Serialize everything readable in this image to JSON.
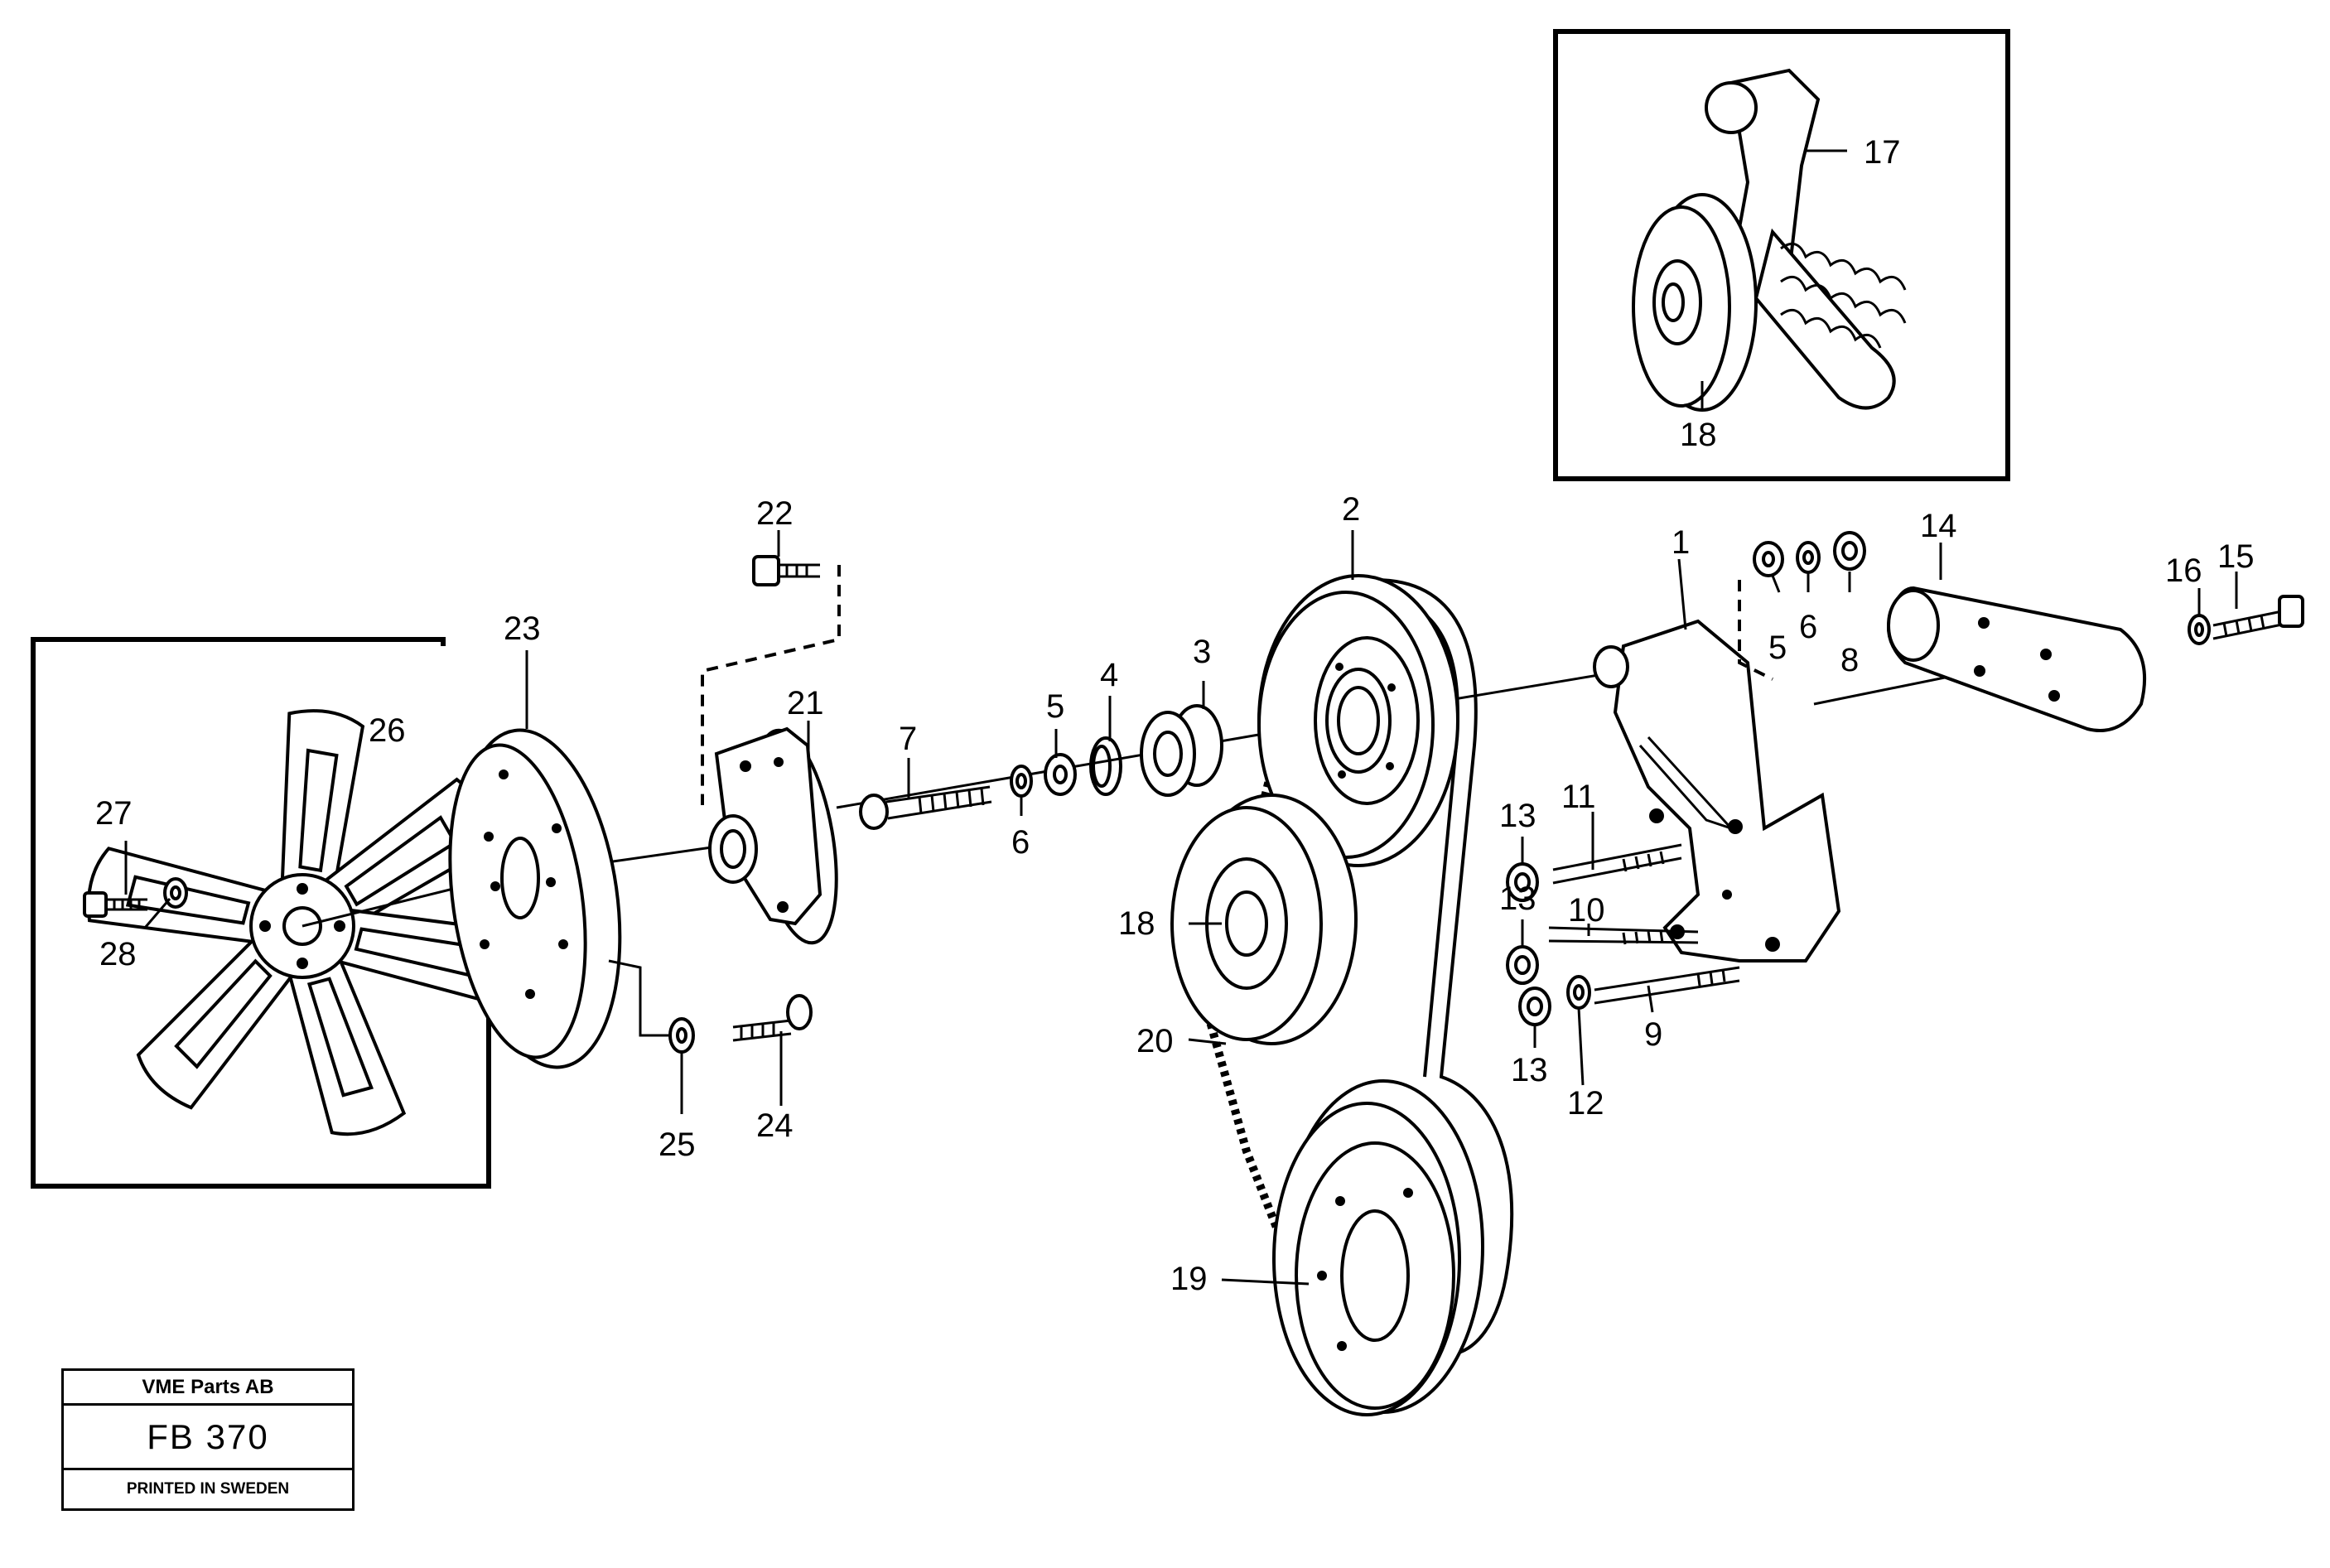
{
  "title_block": {
    "company": "VME Parts AB",
    "code": "FB 370",
    "printed": "PRINTED IN SWEDEN"
  },
  "callouts": [
    {
      "id": "c1",
      "text": "1"
    },
    {
      "id": "c2",
      "text": "2"
    },
    {
      "id": "c3",
      "text": "3"
    },
    {
      "id": "c4",
      "text": "4"
    },
    {
      "id": "c5a",
      "text": "5"
    },
    {
      "id": "c5b",
      "text": "5"
    },
    {
      "id": "c6a",
      "text": "6"
    },
    {
      "id": "c6b",
      "text": "6"
    },
    {
      "id": "c7",
      "text": "7"
    },
    {
      "id": "c8",
      "text": "8"
    },
    {
      "id": "c9",
      "text": "9"
    },
    {
      "id": "c10",
      "text": "10"
    },
    {
      "id": "c11",
      "text": "11"
    },
    {
      "id": "c12",
      "text": "12"
    },
    {
      "id": "c13a",
      "text": "13"
    },
    {
      "id": "c13b",
      "text": "13"
    },
    {
      "id": "c13c",
      "text": "13"
    },
    {
      "id": "c14",
      "text": "14"
    },
    {
      "id": "c15",
      "text": "15"
    },
    {
      "id": "c16",
      "text": "16"
    },
    {
      "id": "c17",
      "text": "17"
    },
    {
      "id": "c18a",
      "text": "18"
    },
    {
      "id": "c18b",
      "text": "18"
    },
    {
      "id": "c19",
      "text": "19"
    },
    {
      "id": "c20",
      "text": "20"
    },
    {
      "id": "c21",
      "text": "21"
    },
    {
      "id": "c22",
      "text": "22"
    },
    {
      "id": "c23",
      "text": "23"
    },
    {
      "id": "c24",
      "text": "24"
    },
    {
      "id": "c25",
      "text": "25"
    },
    {
      "id": "c26",
      "text": "26"
    },
    {
      "id": "c27",
      "text": "27"
    },
    {
      "id": "c28",
      "text": "28"
    }
  ]
}
